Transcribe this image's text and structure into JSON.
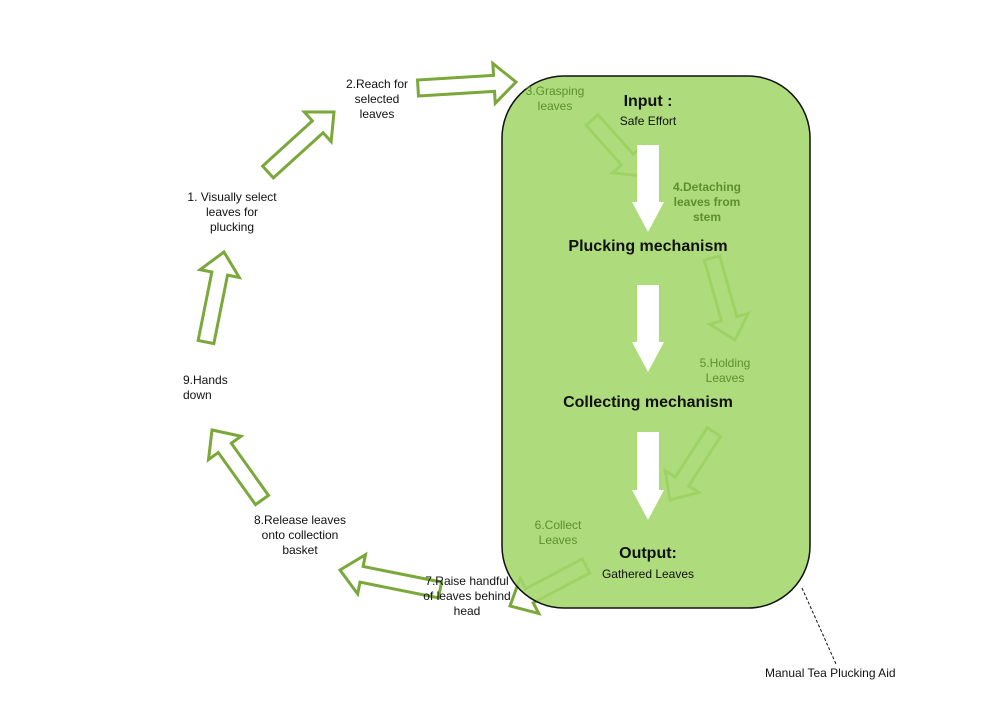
{
  "colors": {
    "box_fill": "#a3d76b",
    "arrow_stroke": "#7aa83a",
    "inner_arrow": "#ffffff",
    "box_border": "#111111"
  },
  "cycle_steps": [
    "1. Visually select leaves for plucking",
    "2.Reach for selected leaves",
    "3.Grasping leaves",
    "4.Detaching leaves from stem",
    "5.Holding Leaves",
    "6.Collect Leaves",
    "7.Raise handful of leaves behind head",
    "8.Release leaves onto collection basket",
    "9.Hands down"
  ],
  "box": {
    "input_title": "Input :",
    "input_value": "Safe Effort",
    "stage1": "Plucking mechanism",
    "stage2": "Collecting mechanism",
    "output_title": "Output:",
    "output_value": "Gathered Leaves"
  },
  "callout": "Manual Tea Plucking Aid"
}
